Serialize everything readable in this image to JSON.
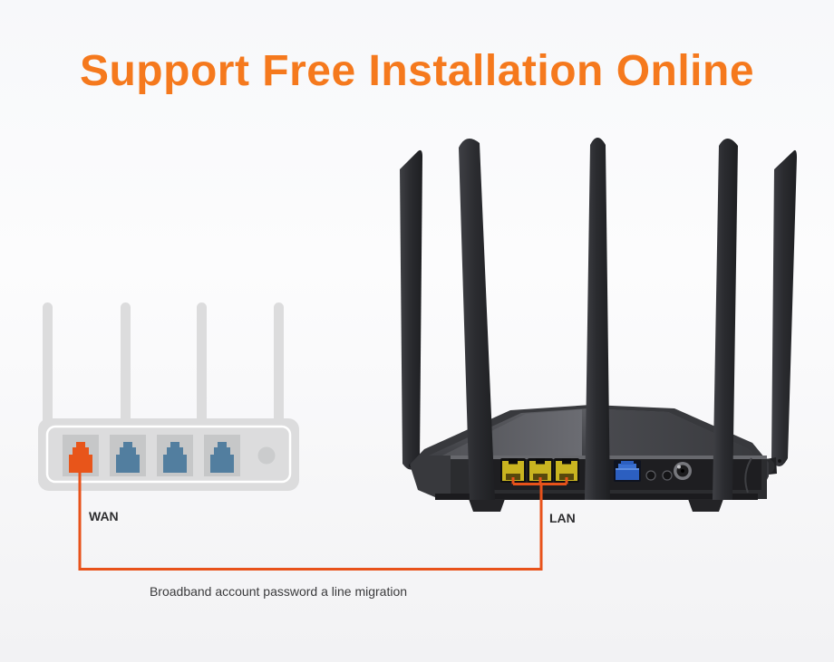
{
  "title": "Support Free Installation Online",
  "modem": {
    "wan_label": "WAN",
    "antenna_count": 4,
    "port_count": 4
  },
  "router": {
    "lan_label": "LAN",
    "antenna_count": 5,
    "lan_port_count": 3
  },
  "caption": "Broadband account password a line migration",
  "colors": {
    "title": "#f5791d",
    "cable": "#e8521a",
    "wan_connector": "#e8551a",
    "modem_lan_connector": "#527e9f",
    "modem_body": "#dcdcdd",
    "router_lan_port": "#c9b420",
    "router_wan_port": "#2c5fc0",
    "label_text": "#2e2e30"
  }
}
